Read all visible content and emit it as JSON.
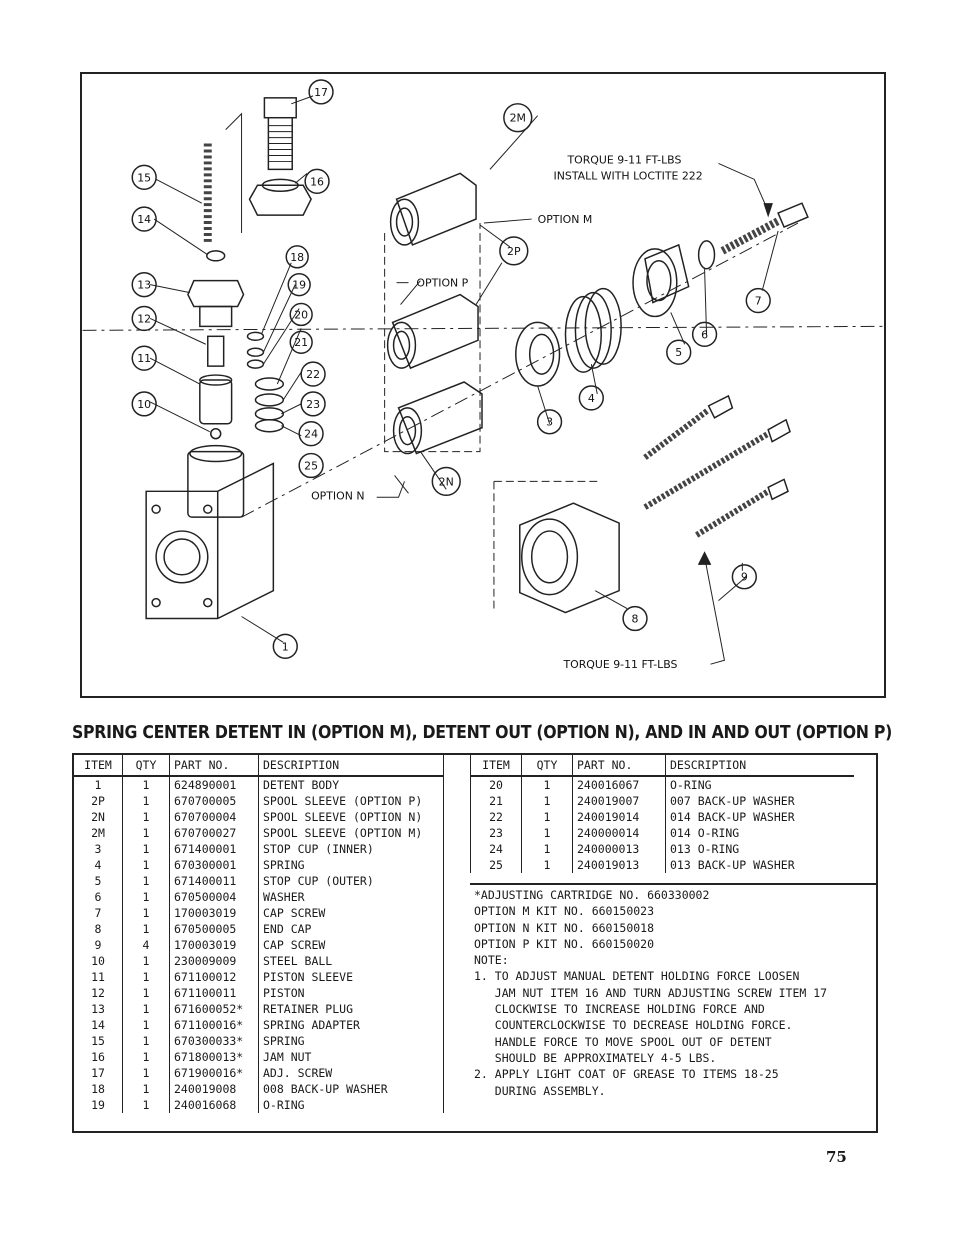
{
  "diagram": {
    "callouts": {
      "c17": "17",
      "c16": "16",
      "c15": "15",
      "c14": "14",
      "c13": "13",
      "c12": "12",
      "c11": "11",
      "c10": "10",
      "c18": "18",
      "c19": "19",
      "c20": "20",
      "c21": "21",
      "c22": "22",
      "c23": "23",
      "c24": "24",
      "c25": "25",
      "c1": "1",
      "c2m": "2M",
      "c2p": "2P",
      "c2n": "2N",
      "c3": "3",
      "c4": "4",
      "c5": "5",
      "c6": "6",
      "c7": "7",
      "c8": "8",
      "c9": "9"
    },
    "torque_top_line1": "TORQUE 9-11 FT-LBS",
    "torque_top_line2": "INSTALL WITH LOCTITE 222",
    "option_m": "OPTION M",
    "option_p": "OPTION P",
    "option_n": "OPTION N",
    "torque_bottom": "TORQUE 9-11 FT-LBS"
  },
  "heading": "SPRING CENTER DETENT IN (OPTION M), DETENT OUT (OPTION N), AND IN AND OUT (OPTION P)",
  "columns": {
    "item": "ITEM",
    "qty": "QTY",
    "part": "PART NO.",
    "desc": "DESCRIPTION"
  },
  "left_rows": [
    {
      "item": "1",
      "qty": "1",
      "part": "624890001",
      "desc": "DETENT BODY"
    },
    {
      "item": "2P",
      "qty": "1",
      "part": "670700005",
      "desc": "SPOOL SLEEVE (OPTION P)"
    },
    {
      "item": "2N",
      "qty": "1",
      "part": "670700004",
      "desc": "SPOOL SLEEVE (OPTION N)"
    },
    {
      "item": "2M",
      "qty": "1",
      "part": "670700027",
      "desc": "SPOOL SLEEVE (OPTION M)"
    },
    {
      "item": "3",
      "qty": "1",
      "part": "671400001",
      "desc": "STOP CUP (INNER)"
    },
    {
      "item": "4",
      "qty": "1",
      "part": "670300001",
      "desc": "SPRING"
    },
    {
      "item": "5",
      "qty": "1",
      "part": "671400011",
      "desc": "STOP CUP (OUTER)"
    },
    {
      "item": "6",
      "qty": "1",
      "part": "670500004",
      "desc": "WASHER"
    },
    {
      "item": "7",
      "qty": "1",
      "part": "170003019",
      "desc": "CAP SCREW"
    },
    {
      "item": "8",
      "qty": "1",
      "part": "670500005",
      "desc": "END CAP"
    },
    {
      "item": "9",
      "qty": "4",
      "part": "170003019",
      "desc": "CAP SCREW"
    },
    {
      "item": "10",
      "qty": "1",
      "part": "230009009",
      "desc": "STEEL BALL"
    },
    {
      "item": "11",
      "qty": "1",
      "part": "671100012",
      "desc": "PISTON SLEEVE"
    },
    {
      "item": "12",
      "qty": "1",
      "part": "671100011",
      "desc": "PISTON"
    },
    {
      "item": "13",
      "qty": "1",
      "part": "671600052*",
      "desc": "RETAINER PLUG"
    },
    {
      "item": "14",
      "qty": "1",
      "part": "671100016*",
      "desc": "SPRING ADAPTER"
    },
    {
      "item": "15",
      "qty": "1",
      "part": "670300033*",
      "desc": "SPRING"
    },
    {
      "item": "16",
      "qty": "1",
      "part": "671800013*",
      "desc": "JAM NUT"
    },
    {
      "item": "17",
      "qty": "1",
      "part": "671900016*",
      "desc": "ADJ. SCREW"
    },
    {
      "item": "18",
      "qty": "1",
      "part": "240019008",
      "desc": "008 BACK-UP WASHER"
    },
    {
      "item": "19",
      "qty": "1",
      "part": "240016068",
      "desc": "O-RING"
    }
  ],
  "right_rows": [
    {
      "item": "20",
      "qty": "1",
      "part": "240016067",
      "desc": "O-RING"
    },
    {
      "item": "21",
      "qty": "1",
      "part": "240019007",
      "desc": "007 BACK-UP WASHER"
    },
    {
      "item": "22",
      "qty": "1",
      "part": "240019014",
      "desc": "014 BACK-UP WASHER"
    },
    {
      "item": "23",
      "qty": "1",
      "part": "240000014",
      "desc": "014 O-RING"
    },
    {
      "item": "24",
      "qty": "1",
      "part": "240000013",
      "desc": "013 O-RING"
    },
    {
      "item": "25",
      "qty": "1",
      "part": "240019013",
      "desc": "013 BACK-UP WASHER"
    }
  ],
  "notes": {
    "cartridge": "*ADJUSTING CARTRIDGE NO. 660330002",
    "kit_m": "OPTION M KIT NO. 660150023",
    "kit_n": "OPTION N KIT NO. 660150018",
    "kit_p": "OPTION P KIT NO. 660150020",
    "note_label": "NOTE:",
    "n1_l1": "1. TO ADJUST MANUAL DETENT HOLDING FORCE LOOSEN",
    "n1_l2": "   JAM NUT ITEM 16 AND TURN ADJUSTING SCREW ITEM 17",
    "n1_l3": "   CLOCKWISE TO INCREASE HOLDING FORCE AND",
    "n1_l4": "   COUNTERCLOCKWISE TO DECREASE HOLDING FORCE.",
    "n1_l5": "   HANDLE FORCE TO MOVE SPOOL OUT OF DETENT",
    "n1_l6": "   SHOULD BE APPROXIMATELY 4-5 LBS.",
    "n2_l1": "2. APPLY LIGHT COAT OF GREASE TO ITEMS 18-25",
    "n2_l2": "   DURING ASSEMBLY."
  },
  "page_number": "75"
}
